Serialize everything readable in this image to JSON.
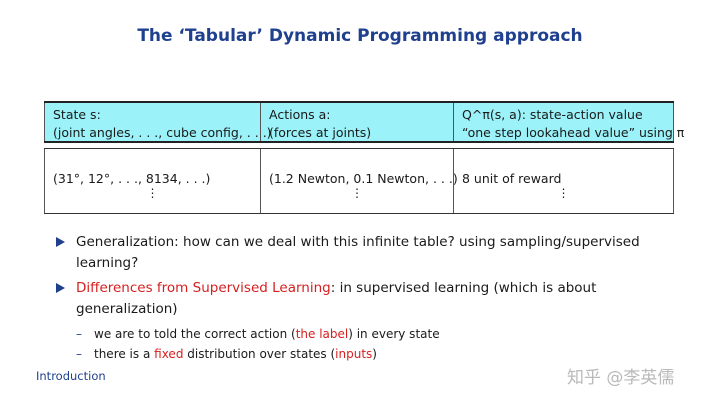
{
  "title": "The ‘Tabular’ Dynamic Programming approach",
  "table": {
    "header": [
      {
        "line1": "State s:",
        "line2": "(joint angles, . . ., cube config, . . .)"
      },
      {
        "line1": "Actions a:",
        "line2": "(forces at joints)"
      },
      {
        "line1": "Q^π(s, a): state-action value",
        "line2": "“one step lookahead value” using π"
      }
    ],
    "row": [
      {
        "value": "(31°, 12°, . . ., 8134, . . .)",
        "dots": "⋮"
      },
      {
        "value": "(1.2 Newton, 0.1 Newton, . . .)",
        "dots": "⋮"
      },
      {
        "value": "8 unit of reward",
        "dots": "⋮"
      }
    ]
  },
  "bullets": {
    "b1": "Generalization: how can we deal with this infinite table? using sampling/supervised learning?",
    "b2_red": "Differences from Supervised Learning",
    "b2_rest": ": in supervised learning (which is about generalization)",
    "sub1_a": "we are to told the correct action (",
    "sub1_red": "the label",
    "sub1_b": ") in every state",
    "sub2_a": "there is a ",
    "sub2_red": "fixed",
    "sub2_b": " distribution over states (",
    "sub2_red2": "inputs",
    "sub2_c": ")"
  },
  "footer": {
    "left": "Introduction",
    "watermark": "知乎 @李英儒"
  }
}
